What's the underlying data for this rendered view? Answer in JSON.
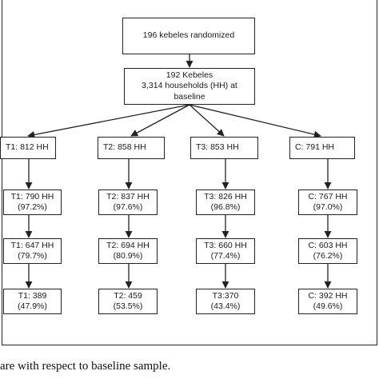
{
  "flowchart": {
    "top": "196 kebeles randomized",
    "baseline": [
      "192 Kebeles",
      "3,314 households (HH) at",
      "baseline"
    ],
    "arms": [
      {
        "label": "T1: 812 HH",
        "rounds": [
          [
            "T1: 790 HH",
            "(97.2%)"
          ],
          [
            "T1: 647 HH",
            "(79.7%)"
          ],
          [
            "T1: 389",
            "(47.9%)"
          ]
        ]
      },
      {
        "label": "T2: 858 HH",
        "rounds": [
          [
            "T2: 837 HH",
            "(97.6%)"
          ],
          [
            "T2: 694 HH",
            "(80.9%)"
          ],
          [
            "T2: 459",
            "(53.5%)"
          ]
        ]
      },
      {
        "label": "T3: 853 HH",
        "rounds": [
          [
            "T3: 826 HH",
            "(96.8%)"
          ],
          [
            "T3: 660 HH",
            "(77.4%)"
          ],
          [
            "T3:370",
            "(43.4%)"
          ]
        ]
      },
      {
        "label": "C: 791 HH",
        "rounds": [
          [
            "C: 767 HH",
            "(97.0%)"
          ],
          [
            "C: 603 HH",
            "(76.2%)"
          ],
          [
            "C: 392 HH",
            "(49.6%)"
          ]
        ]
      }
    ]
  },
  "caption": "are with respect to baseline sample."
}
